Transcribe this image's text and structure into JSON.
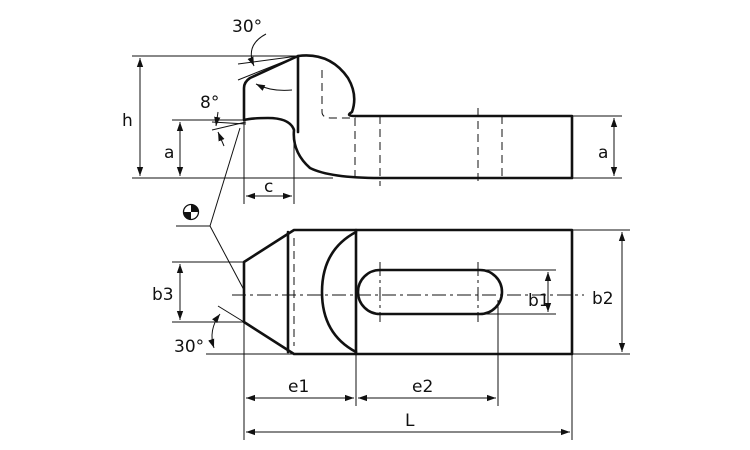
{
  "labels": {
    "angle_top": "30°",
    "angle_small": "8°",
    "h": "h",
    "a_left": "a",
    "a_right": "a",
    "c": "c",
    "b3": "b3",
    "b1": "b1",
    "b2": "b2",
    "angle_bottom": "30°",
    "e1": "e1",
    "e2": "e2",
    "L": "L"
  },
  "symbols": {
    "surface_symbol": "quartered-circle-icon"
  }
}
